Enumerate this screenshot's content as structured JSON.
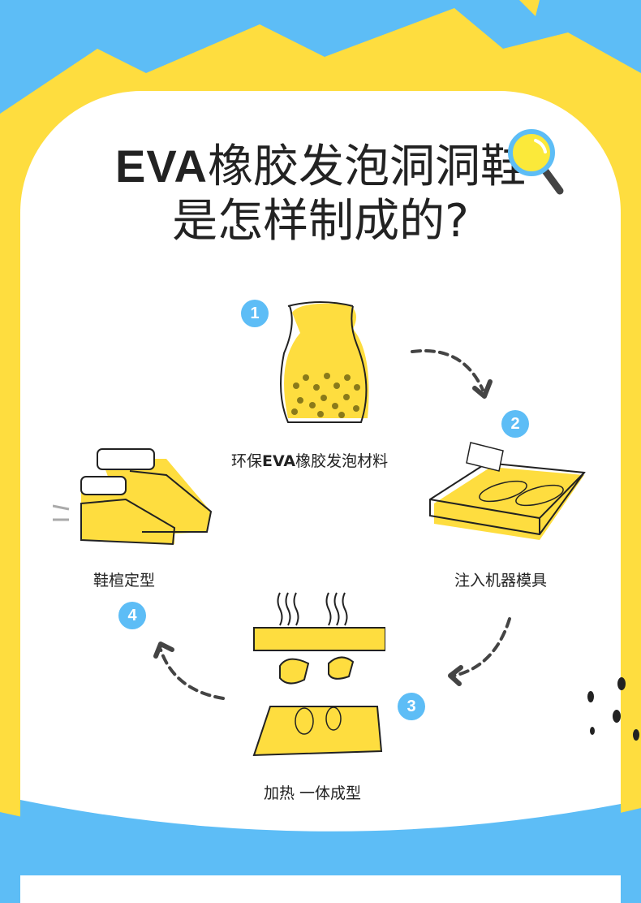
{
  "title": {
    "line1_latin": "EVA",
    "line1_cn": "橡胶发泡洞洞鞋",
    "line2": "是怎样制成的?"
  },
  "steps": [
    {
      "number": "1",
      "label_prefix": "环保",
      "label_bold": "EVA",
      "label_suffix": "橡胶发泡材料"
    },
    {
      "number": "2",
      "label": "注入机器模具"
    },
    {
      "number": "3",
      "label": "加热 一体成型"
    },
    {
      "number": "4",
      "label": "鞋楦定型"
    }
  ],
  "colors": {
    "blue": "#5dbdf6",
    "yellow": "#fedd3f",
    "ink": "#222222"
  }
}
